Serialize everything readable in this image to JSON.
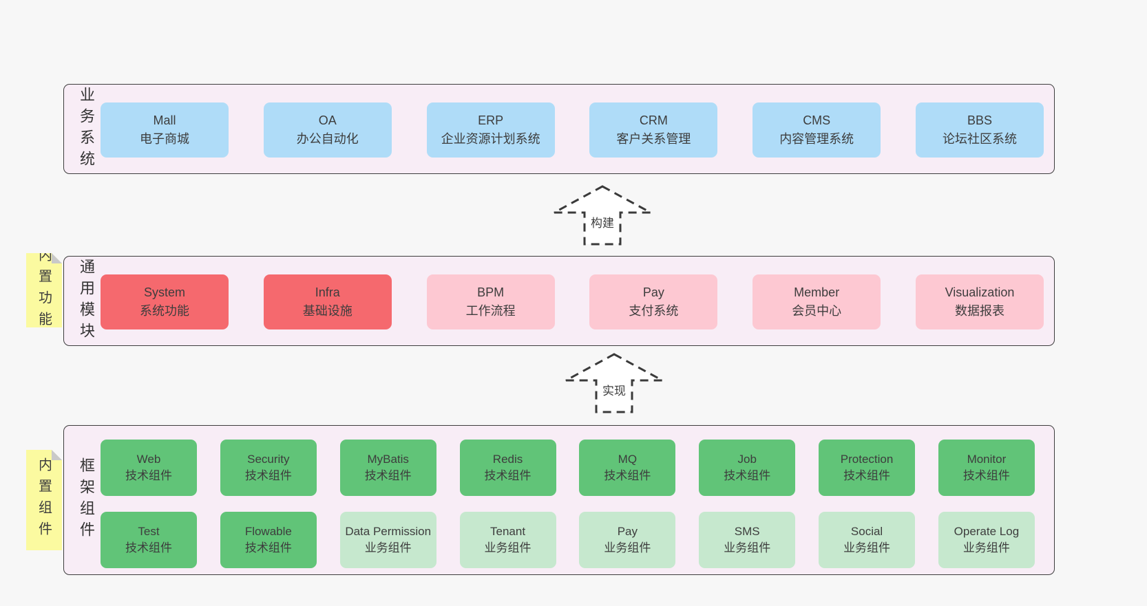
{
  "layers": {
    "business": {
      "label": "业务系统",
      "boxes": [
        {
          "title": "Mall",
          "subtitle": "电子商城"
        },
        {
          "title": "OA",
          "subtitle": "办公自动化"
        },
        {
          "title": "ERP",
          "subtitle": "企业资源计划系统"
        },
        {
          "title": "CRM",
          "subtitle": "客户关系管理"
        },
        {
          "title": "CMS",
          "subtitle": "内容管理系统"
        },
        {
          "title": "BBS",
          "subtitle": "论坛社区系统"
        }
      ]
    },
    "modules": {
      "tab": "内置功能",
      "label": "通用模块",
      "boxes": [
        {
          "title": "System",
          "subtitle": "系统功能"
        },
        {
          "title": "Infra",
          "subtitle": "基础设施"
        },
        {
          "title": "BPM",
          "subtitle": "工作流程"
        },
        {
          "title": "Pay",
          "subtitle": "支付系统"
        },
        {
          "title": "Member",
          "subtitle": "会员中心"
        },
        {
          "title": "Visualization",
          "subtitle": "数据报表"
        }
      ]
    },
    "components": {
      "tab": "内置组件",
      "label": "框架组件",
      "row1": [
        {
          "title": "Web",
          "subtitle": "技术组件"
        },
        {
          "title": "Security",
          "subtitle": "技术组件"
        },
        {
          "title": "MyBatis",
          "subtitle": "技术组件"
        },
        {
          "title": "Redis",
          "subtitle": "技术组件"
        },
        {
          "title": "MQ",
          "subtitle": "技术组件"
        },
        {
          "title": "Job",
          "subtitle": "技术组件"
        },
        {
          "title": "Protection",
          "subtitle": "技术组件"
        },
        {
          "title": "Monitor",
          "subtitle": "技术组件"
        }
      ],
      "row2": [
        {
          "title": "Test",
          "subtitle": "技术组件"
        },
        {
          "title": "Flowable",
          "subtitle": "技术组件"
        },
        {
          "title": "Data Permission",
          "subtitle": "业务组件"
        },
        {
          "title": "Tenant",
          "subtitle": "业务组件"
        },
        {
          "title": "Pay",
          "subtitle": "业务组件"
        },
        {
          "title": "SMS",
          "subtitle": "业务组件"
        },
        {
          "title": "Social",
          "subtitle": "业务组件"
        },
        {
          "title": "Operate Log",
          "subtitle": "业务组件"
        }
      ]
    }
  },
  "arrows": {
    "build": "构建",
    "implement": "实现"
  },
  "colors": {
    "page_bg": "#f7f7f7",
    "panel_bg": "#f8edf6",
    "panel_border": "#3c3c3c",
    "blue": "#afdcf8",
    "red": "#f5696e",
    "pink": "#fdc8d2",
    "green_dark": "#61c478",
    "green_light": "#c6e8ce",
    "sticky_yellow": "#fbfaa0",
    "fold_gray": "#c9c9c9",
    "text": "#3d3d3d"
  }
}
